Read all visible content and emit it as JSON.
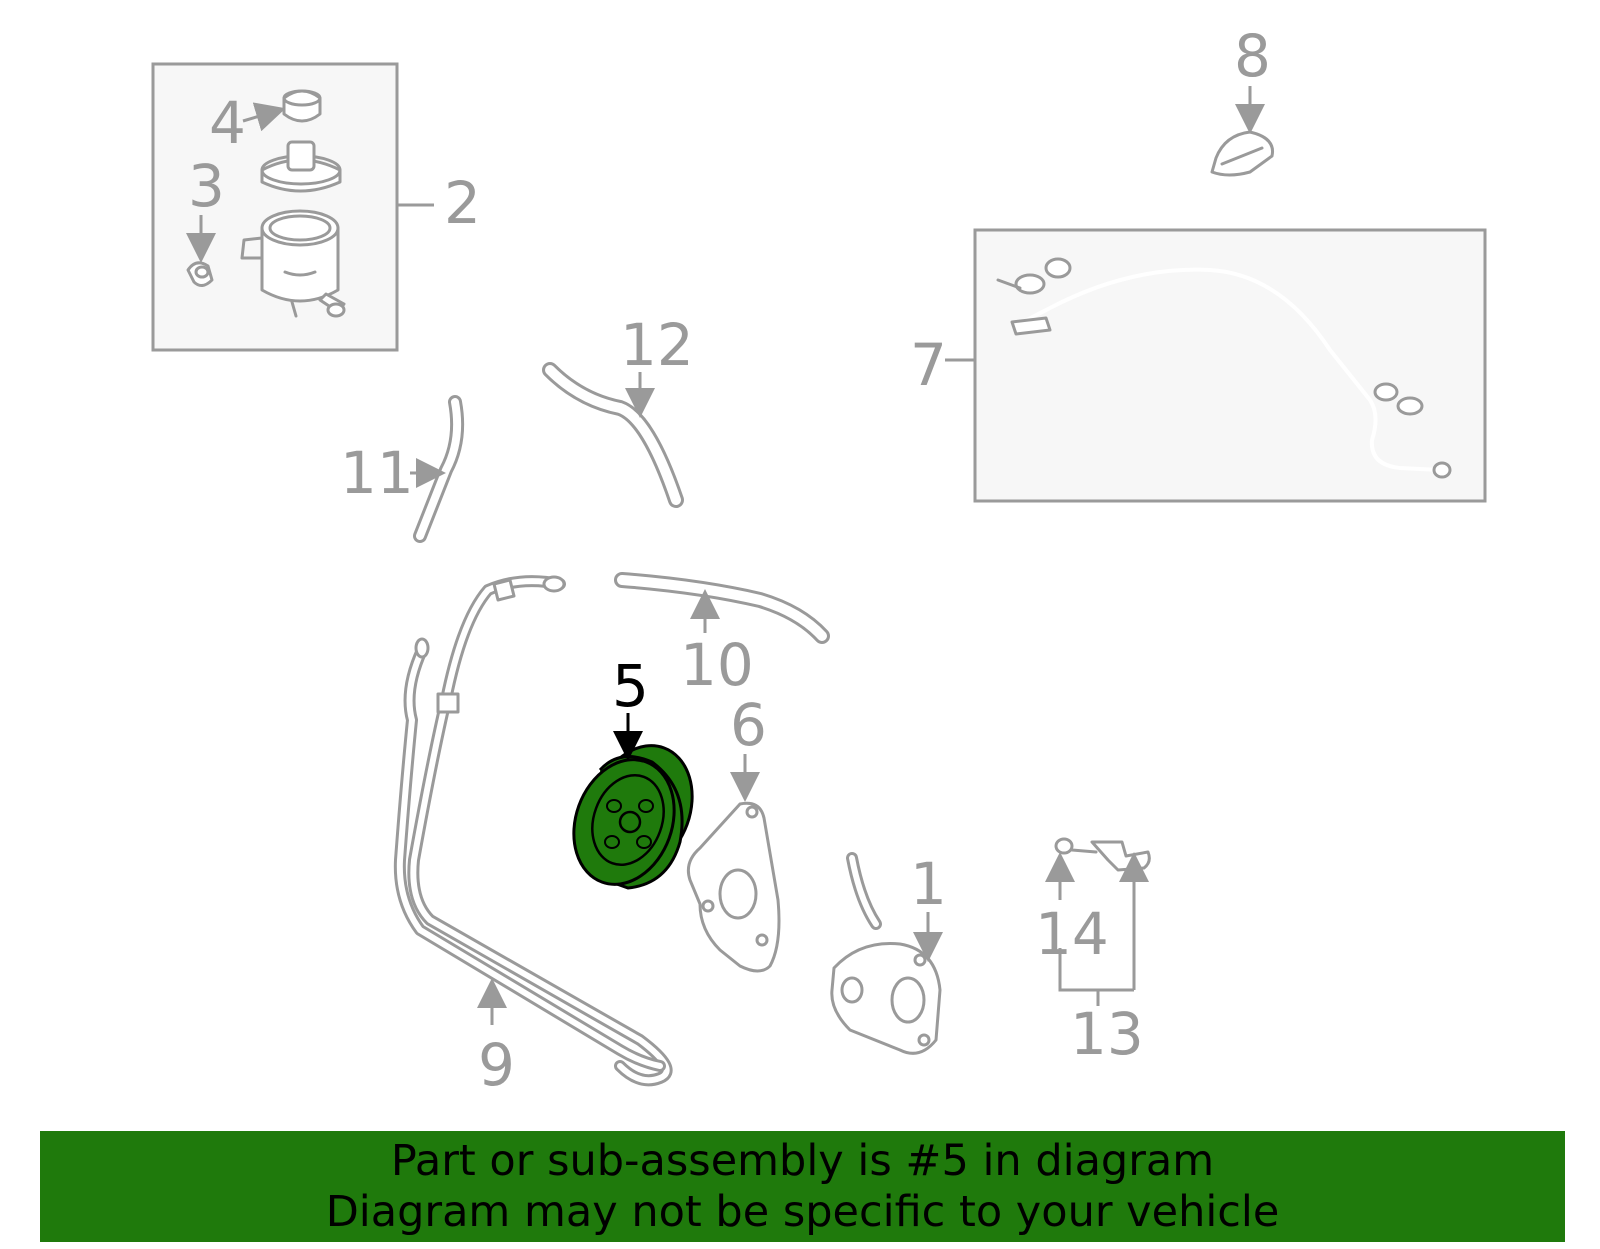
{
  "callouts": {
    "c1": "1",
    "c2": "2",
    "c3": "3",
    "c4": "4",
    "c5": "5",
    "c6": "6",
    "c7": "7",
    "c8": "8",
    "c9": "9",
    "c10": "10",
    "c11": "11",
    "c12": "12",
    "c13": "13",
    "c14": "14"
  },
  "highlighted_part": "5",
  "colors": {
    "highlight_fill": "#1f7a0c",
    "banner_bg": "#1f7a0c",
    "part_lines": "#9a9a9a",
    "active_text": "#000000"
  },
  "banner": {
    "line1": "Part or sub-assembly is #5 in diagram",
    "line2": "Diagram may not be specific to your vehicle"
  }
}
